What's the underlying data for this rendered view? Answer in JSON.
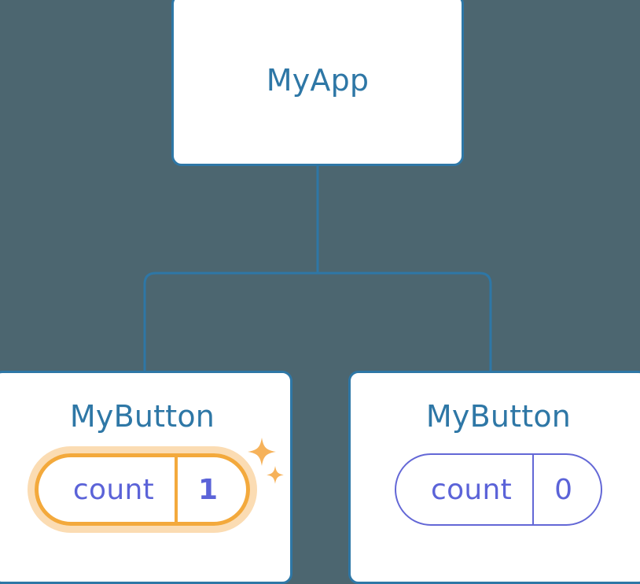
{
  "diagram": {
    "type": "component-tree",
    "background_color": "#4c6670",
    "node_border_color": "#2e77a6",
    "node_title_color": "#2e77a6",
    "connector_color": "#2e77a6",
    "state_color": "#5b63d8",
    "highlight_color": "#f3a93c",
    "highlight_glow_color": "#fbdcb3"
  },
  "root": {
    "title": "MyApp"
  },
  "children": [
    {
      "title": "MyButton",
      "state": {
        "key": "count",
        "value": "1"
      },
      "highlighted": true,
      "sparkle_icons": [
        "sparkle-large-icon",
        "sparkle-small-icon"
      ]
    },
    {
      "title": "MyButton",
      "state": {
        "key": "count",
        "value": "0"
      },
      "highlighted": false
    }
  ]
}
